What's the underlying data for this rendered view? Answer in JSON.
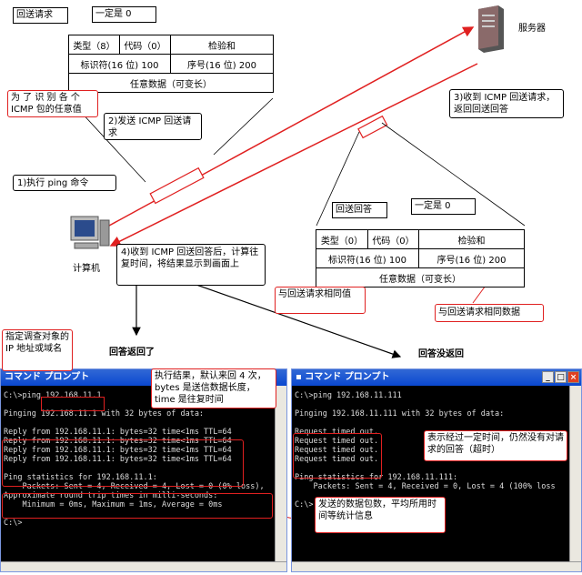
{
  "top": {
    "hui_song_qing_qiu": "回送请求",
    "yi_ding_shi_0": "一定是 0",
    "request_table": {
      "type": "类型（8）",
      "code": "代码（0）",
      "checksum": "检验和",
      "identifier": "标识符(16 位) 100",
      "seq": "序号(16 位) 200",
      "data": "任意数据（可变长）"
    },
    "identify_note": "为 了 识 别 各 个 ICMP 包的任意值",
    "send_note": "2)发送 ICMP 回送请求",
    "server_label": "服务器",
    "server_note": "3)收到 ICMP 回送请求，返回回送回答",
    "exec_ping": "1)执行 ping 命令",
    "computer_label": "计算机",
    "recv_note": "4)收到 ICMP 回送回答后，计算往复时间，将结果显示到画面上",
    "reply_table": {
      "title": "回送回答",
      "zero": "一定是 0",
      "type": "类型（0）",
      "code": "代码（0）",
      "checksum": "检验和",
      "identifier": "标识符(16 位) 100",
      "seq": "序号(16 位) 200",
      "data": "任意数据（可变长）"
    },
    "same_as_request": "与回送请求相同值",
    "same_data": "与回送请求相同数据",
    "reply_returned": "回答返回了",
    "reply_not_returned": "回答没返回"
  },
  "left_window": {
    "title": "コマンド プロンプト",
    "target_note": "指定调查对象的 IP 地址或域名",
    "result_note": "执行结果，默认来回 4 次，bytes 是送信数据长度，time 是往复时间",
    "lines": [
      "C:\\>ping 192.168.11.1",
      "",
      "Pinging 192.168.11.1 with 32 bytes of data:",
      "",
      "Reply from 192.168.11.1: bytes=32 time<1ms TTL=64",
      "Reply from 192.168.11.1: bytes=32 time<1ms TTL=64",
      "Reply from 192.168.11.1: bytes=32 time<1ms TTL=64",
      "Reply from 192.168.11.1: bytes=32 time<1ms TTL=64",
      "",
      "Ping statistics for 192.168.11.1:",
      "    Packets: Sent = 4, Received = 4, Lost = 0 (0% loss),",
      "Approximate round trip times in milli-seconds:",
      "    Minimum = 0ms, Maximum = 1ms, Average = 0ms",
      "",
      "C:\\>"
    ]
  },
  "right_window": {
    "title": "コマンド プロンプト",
    "timeout_note": "表示经过一定时间，仍然没有对请求的回答（超时）",
    "stats_note": "发送的数据包数，平均所用时间等统计信息",
    "lines": [
      "C:\\>ping 192.168.11.111",
      "",
      "Pinging 192.168.11.111 with 32 bytes of data:",
      "",
      "Request timed out.",
      "Request timed out.",
      "Request timed out.",
      "Request timed out.",
      "",
      "Ping statistics for 192.168.11.111:",
      "    Packets: Sent = 4, Received = 0, Lost = 4 (100% loss",
      "",
      "C:\\>"
    ]
  }
}
